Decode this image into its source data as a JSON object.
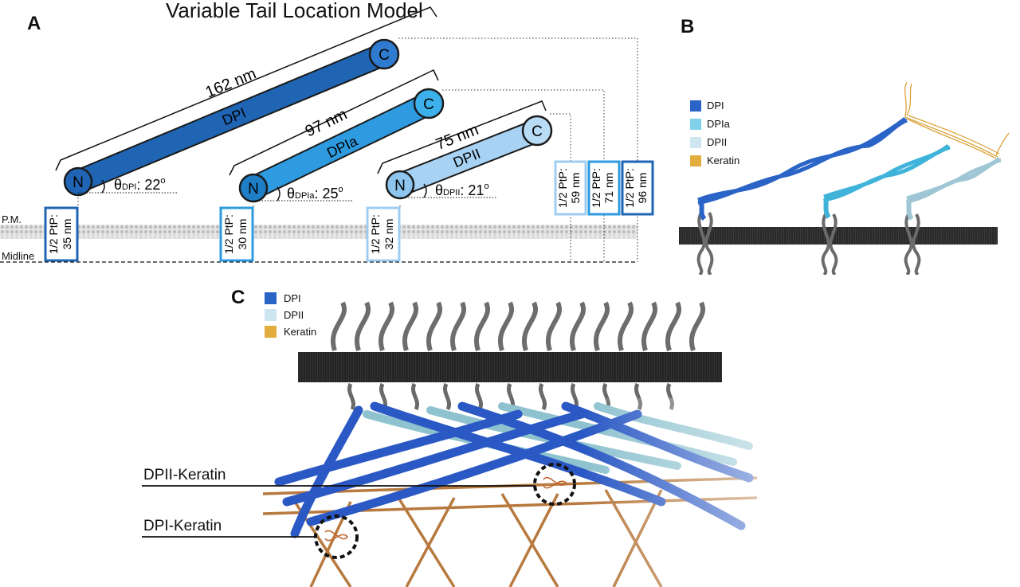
{
  "panel_a": {
    "label": "A",
    "title": "Variable Tail Location Model",
    "pm_label": "P.M.",
    "midline_label": "Midline",
    "rods": [
      {
        "name": "DPI",
        "length": "162 nm",
        "n_label": "N",
        "c_label": "C",
        "theta_symbol": "θ",
        "theta_sub": "DPI",
        "theta_value": ": 22",
        "theta_deg": "o",
        "color": "#1f65b4"
      },
      {
        "name": "DPIa",
        "length": "97 nm",
        "n_label": "N",
        "c_label": "C",
        "theta_symbol": "θ",
        "theta_sub": "DPIa",
        "theta_value": ": 25",
        "theta_deg": "o",
        "color": "#2e9be0"
      },
      {
        "name": "DPII",
        "length": "75 nm",
        "n_label": "N",
        "c_label": "C",
        "theta_symbol": "θ",
        "theta_sub": "DPII",
        "theta_value": ": 21",
        "theta_deg": "o",
        "color": "#9fcdf2"
      }
    ],
    "ptp_boxes_n": [
      {
        "line1": "1/2 PtP:",
        "line2": "35 nm",
        "color": "#1f65b4"
      },
      {
        "line1": "1/2 PtP:",
        "line2": "30 nm",
        "color": "#2e9be0"
      },
      {
        "line1": "1/2 PtP:",
        "line2": "32 nm",
        "color": "#9fcdf2"
      }
    ],
    "ptp_boxes_c": [
      {
        "line1": "1/2 PtP:",
        "line2": "59 nm",
        "color": "#9fcdf2"
      },
      {
        "line1": "1/2 PtP:",
        "line2": "71 nm",
        "color": "#2e9be0"
      },
      {
        "line1": "1/2 PtP:",
        "line2": "96 nm",
        "color": "#1f65b4"
      }
    ]
  },
  "panel_b": {
    "label": "B",
    "legend": [
      {
        "label": "DPI",
        "color": "#2a64c6"
      },
      {
        "label": "DPIa",
        "color": "#7fd2ea"
      },
      {
        "label": "DPII",
        "color": "#cde6f0"
      },
      {
        "label": "Keratin",
        "color": "#e3ad3e"
      }
    ]
  },
  "panel_c": {
    "label": "C",
    "legend": [
      {
        "label": "DPI",
        "color": "#2a64c6"
      },
      {
        "label": "DPII",
        "color": "#cde6f0"
      },
      {
        "label": "Keratin",
        "color": "#e3ad3e"
      }
    ],
    "annotations": [
      {
        "label": "DPII-Keratin"
      },
      {
        "label": "DPI-Keratin"
      }
    ]
  }
}
